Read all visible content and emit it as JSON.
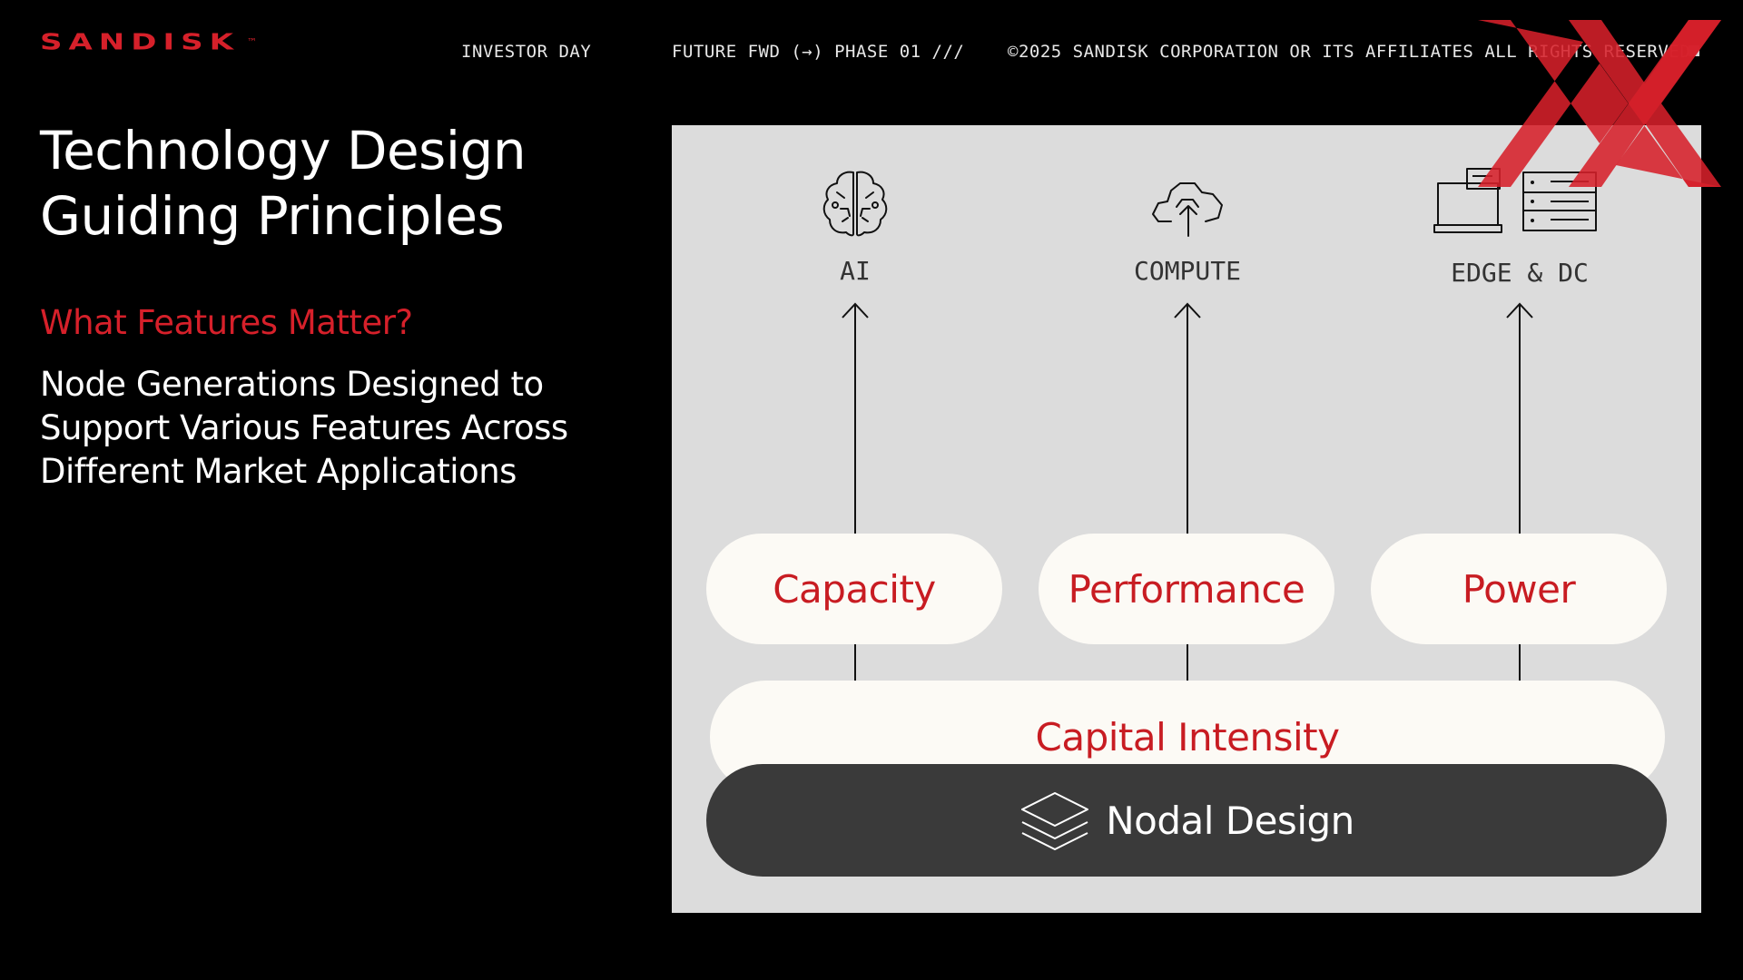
{
  "header": {
    "logo": "SANDISK",
    "logo_tm": "™",
    "event": "INVESTOR DAY",
    "phase": "FUTURE FWD (→) PHASE 01 ///",
    "copyright": "©2025 SANDISK CORPORATION OR ITS AFFILIATES ALL RIGHTS RESERVED"
  },
  "left": {
    "title_line1": "Technology Design",
    "title_line2": "Guiding Principles",
    "subtitle": "What Features Matter?",
    "body_line1": "Node Generations Designed to",
    "body_line2": "Support Various Features Across",
    "body_line3": "Different Market Applications"
  },
  "diagram": {
    "columns": [
      {
        "label": "AI",
        "icon": "brain-icon"
      },
      {
        "label": "COMPUTE",
        "icon": "cloud-upload-icon"
      },
      {
        "label": "EDGE & DC",
        "icon": "laptop-server-icon"
      }
    ],
    "features": [
      "Capacity",
      "Performance",
      "Power"
    ],
    "middle": "Capital Intensity",
    "base": "Nodal Design",
    "base_icon": "layers-icon"
  },
  "colors": {
    "brand_red": "#d6202a",
    "pill_text": "#c81c22",
    "panel_bg": "#dcdcdc",
    "pill_bg": "#fcfaf5",
    "base_bg": "#3a3a3a",
    "watermark": "#d6202a"
  }
}
